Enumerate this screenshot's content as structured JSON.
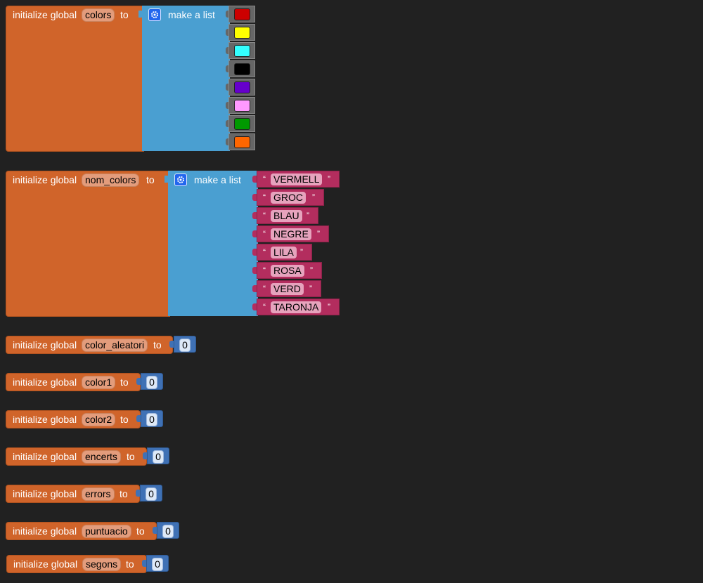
{
  "labels": {
    "init_global": "initialize global",
    "to": "to",
    "make_a_list": "make a list"
  },
  "colors_block": {
    "var_name": "colors",
    "items": [
      "#CC0000",
      "#FFFF00",
      "#33FFFF",
      "#000000",
      "#6600CC",
      "#FF99FF",
      "#009900",
      "#FF6600"
    ]
  },
  "nom_colors_block": {
    "var_name": "nom_colors",
    "quote_open": "“",
    "quote_close": "”",
    "items": [
      "VERMELL",
      "GROC",
      "BLAU",
      "NEGRE",
      "LILA",
      "ROSA",
      "VERD",
      "TARONJA"
    ]
  },
  "number_blocks": [
    {
      "var_name": "color_aleatori",
      "value": "0"
    },
    {
      "var_name": "color1",
      "value": "0"
    },
    {
      "var_name": "color2",
      "value": "0"
    },
    {
      "var_name": "encerts",
      "value": "0"
    },
    {
      "var_name": "errors",
      "value": "0"
    },
    {
      "var_name": "puntuacio",
      "value": "0"
    },
    {
      "var_name": "segons",
      "value": "0"
    }
  ]
}
